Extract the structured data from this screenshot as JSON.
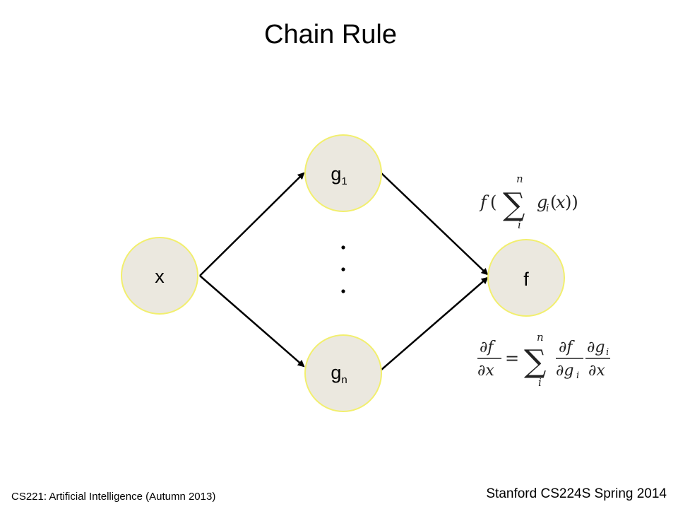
{
  "slide": {
    "title": "Chain Rule",
    "footer_left": "CS221: Artificial Intelligence (Autumn 2013)",
    "footer_right": "Stanford CS224S Spring 2014"
  },
  "nodes": {
    "x": {
      "label": "x"
    },
    "g1": {
      "base": "g",
      "sub": "1"
    },
    "gn": {
      "base": "g",
      "sub": "n"
    },
    "f": {
      "label": "f"
    }
  },
  "formulas": {
    "composition": "f(∑_i^n g_i(x))",
    "chain_rule": "∂f/∂x = ∑_i^n (∂f/∂g_i)(∂g_i/∂x)"
  },
  "colors": {
    "node_fill": "#ebe8df",
    "node_border": "#f2ef6e",
    "edge": "#000000"
  }
}
